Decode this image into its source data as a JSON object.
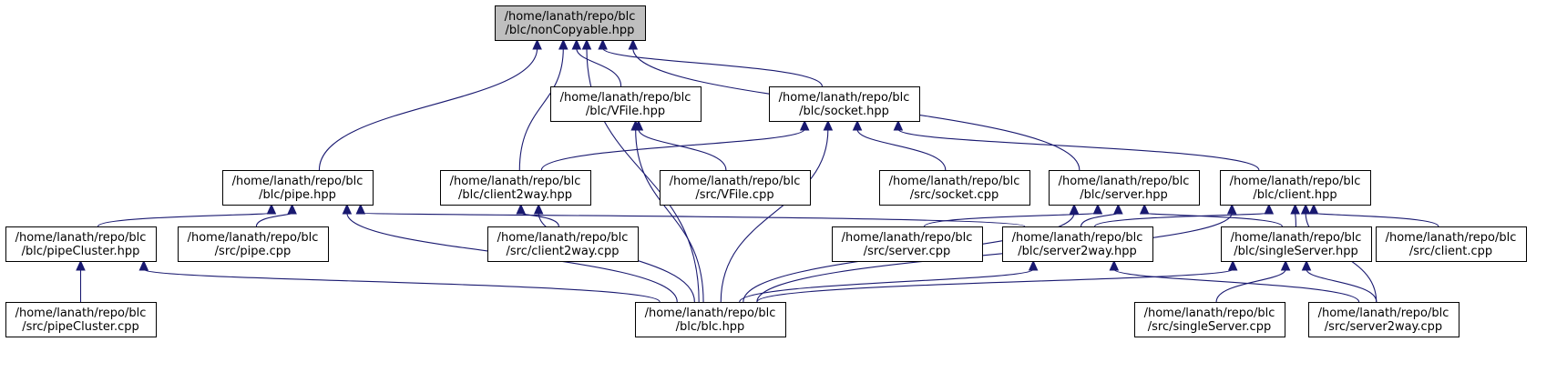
{
  "colors": {
    "highlight_fill": "#bfbfbf",
    "node_fill": "#ffffff",
    "edge": "#191970"
  },
  "nodes": [
    {
      "id": "nonCopyable",
      "lines": [
        "/home/lanath/repo/blc",
        "/blc/nonCopyable.hpp"
      ],
      "highlighted": true
    },
    {
      "id": "vfile_hpp",
      "lines": [
        "/home/lanath/repo/blc",
        "/blc/VFile.hpp"
      ]
    },
    {
      "id": "socket_hpp",
      "lines": [
        "/home/lanath/repo/blc",
        "/blc/socket.hpp"
      ]
    },
    {
      "id": "pipe_hpp",
      "lines": [
        "/home/lanath/repo/blc",
        "/blc/pipe.hpp"
      ]
    },
    {
      "id": "client2way_hpp",
      "lines": [
        "/home/lanath/repo/blc",
        "/blc/client2way.hpp"
      ]
    },
    {
      "id": "vfile_cpp",
      "lines": [
        "/home/lanath/repo/blc",
        "/src/VFile.cpp"
      ]
    },
    {
      "id": "socket_cpp",
      "lines": [
        "/home/lanath/repo/blc",
        "/src/socket.cpp"
      ]
    },
    {
      "id": "server_hpp",
      "lines": [
        "/home/lanath/repo/blc",
        "/blc/server.hpp"
      ]
    },
    {
      "id": "client_hpp",
      "lines": [
        "/home/lanath/repo/blc",
        "/blc/client.hpp"
      ]
    },
    {
      "id": "pipeCluster_hpp",
      "lines": [
        "/home/lanath/repo/blc",
        "/blc/pipeCluster.hpp"
      ]
    },
    {
      "id": "pipe_cpp",
      "lines": [
        "/home/lanath/repo/blc",
        "/src/pipe.cpp"
      ]
    },
    {
      "id": "client2way_cpp",
      "lines": [
        "/home/lanath/repo/blc",
        "/src/client2way.cpp"
      ]
    },
    {
      "id": "server_cpp",
      "lines": [
        "/home/lanath/repo/blc",
        "/src/server.cpp"
      ]
    },
    {
      "id": "server2way_hpp",
      "lines": [
        "/home/lanath/repo/blc",
        "/blc/server2way.hpp"
      ]
    },
    {
      "id": "singleServer_hpp",
      "lines": [
        "/home/lanath/repo/blc",
        "/blc/singleServer.hpp"
      ]
    },
    {
      "id": "client_cpp",
      "lines": [
        "/home/lanath/repo/blc",
        "/src/client.cpp"
      ]
    },
    {
      "id": "pipeCluster_cpp",
      "lines": [
        "/home/lanath/repo/blc",
        "/src/pipeCluster.cpp"
      ]
    },
    {
      "id": "blc_hpp",
      "lines": [
        "/home/lanath/repo/blc",
        "/blc/blc.hpp"
      ]
    },
    {
      "id": "singleServer_cpp",
      "lines": [
        "/home/lanath/repo/blc",
        "/src/singleServer.cpp"
      ]
    },
    {
      "id": "server2way_cpp",
      "lines": [
        "/home/lanath/repo/blc",
        "/src/server2way.cpp"
      ]
    }
  ],
  "edges": [
    {
      "from": "pipe_hpp",
      "to": "nonCopyable"
    },
    {
      "from": "blc_hpp",
      "to": "nonCopyable"
    },
    {
      "from": "client2way_hpp",
      "to": "nonCopyable"
    },
    {
      "from": "vfile_hpp",
      "to": "nonCopyable"
    },
    {
      "from": "socket_hpp",
      "to": "nonCopyable"
    },
    {
      "from": "server_hpp",
      "to": "nonCopyable"
    },
    {
      "from": "client2way_hpp",
      "to": "socket_hpp"
    },
    {
      "from": "blc_hpp",
      "to": "socket_hpp"
    },
    {
      "from": "socket_cpp",
      "to": "socket_hpp"
    },
    {
      "from": "client_hpp",
      "to": "socket_hpp"
    },
    {
      "from": "blc_hpp",
      "to": "vfile_hpp"
    },
    {
      "from": "vfile_cpp",
      "to": "vfile_hpp"
    },
    {
      "from": "pipeCluster_hpp",
      "to": "pipe_hpp"
    },
    {
      "from": "pipe_cpp",
      "to": "pipe_hpp"
    },
    {
      "from": "blc_hpp",
      "to": "pipe_hpp"
    },
    {
      "from": "server2way_hpp",
      "to": "pipe_hpp"
    },
    {
      "from": "blc_hpp",
      "to": "client2way_hpp"
    },
    {
      "from": "client2way_cpp",
      "to": "client2way_hpp"
    },
    {
      "from": "blc_hpp",
      "to": "server_hpp"
    },
    {
      "from": "server_cpp",
      "to": "server_hpp"
    },
    {
      "from": "server2way_hpp",
      "to": "server_hpp"
    },
    {
      "from": "singleServer_hpp",
      "to": "server_hpp"
    },
    {
      "from": "blc_hpp",
      "to": "client_hpp"
    },
    {
      "from": "server2way_hpp",
      "to": "client_hpp"
    },
    {
      "from": "singleServer_hpp",
      "to": "client_hpp"
    },
    {
      "from": "client_cpp",
      "to": "client_hpp"
    },
    {
      "from": "server2way_cpp",
      "to": "client_hpp"
    },
    {
      "from": "pipeCluster_cpp",
      "to": "pipeCluster_hpp"
    },
    {
      "from": "blc_hpp",
      "to": "pipeCluster_hpp"
    },
    {
      "from": "blc_hpp",
      "to": "server2way_hpp"
    },
    {
      "from": "server2way_cpp",
      "to": "server2way_hpp"
    },
    {
      "from": "blc_hpp",
      "to": "singleServer_hpp"
    },
    {
      "from": "singleServer_cpp",
      "to": "singleServer_hpp"
    },
    {
      "from": "server2way_cpp",
      "to": "singleServer_hpp"
    }
  ]
}
